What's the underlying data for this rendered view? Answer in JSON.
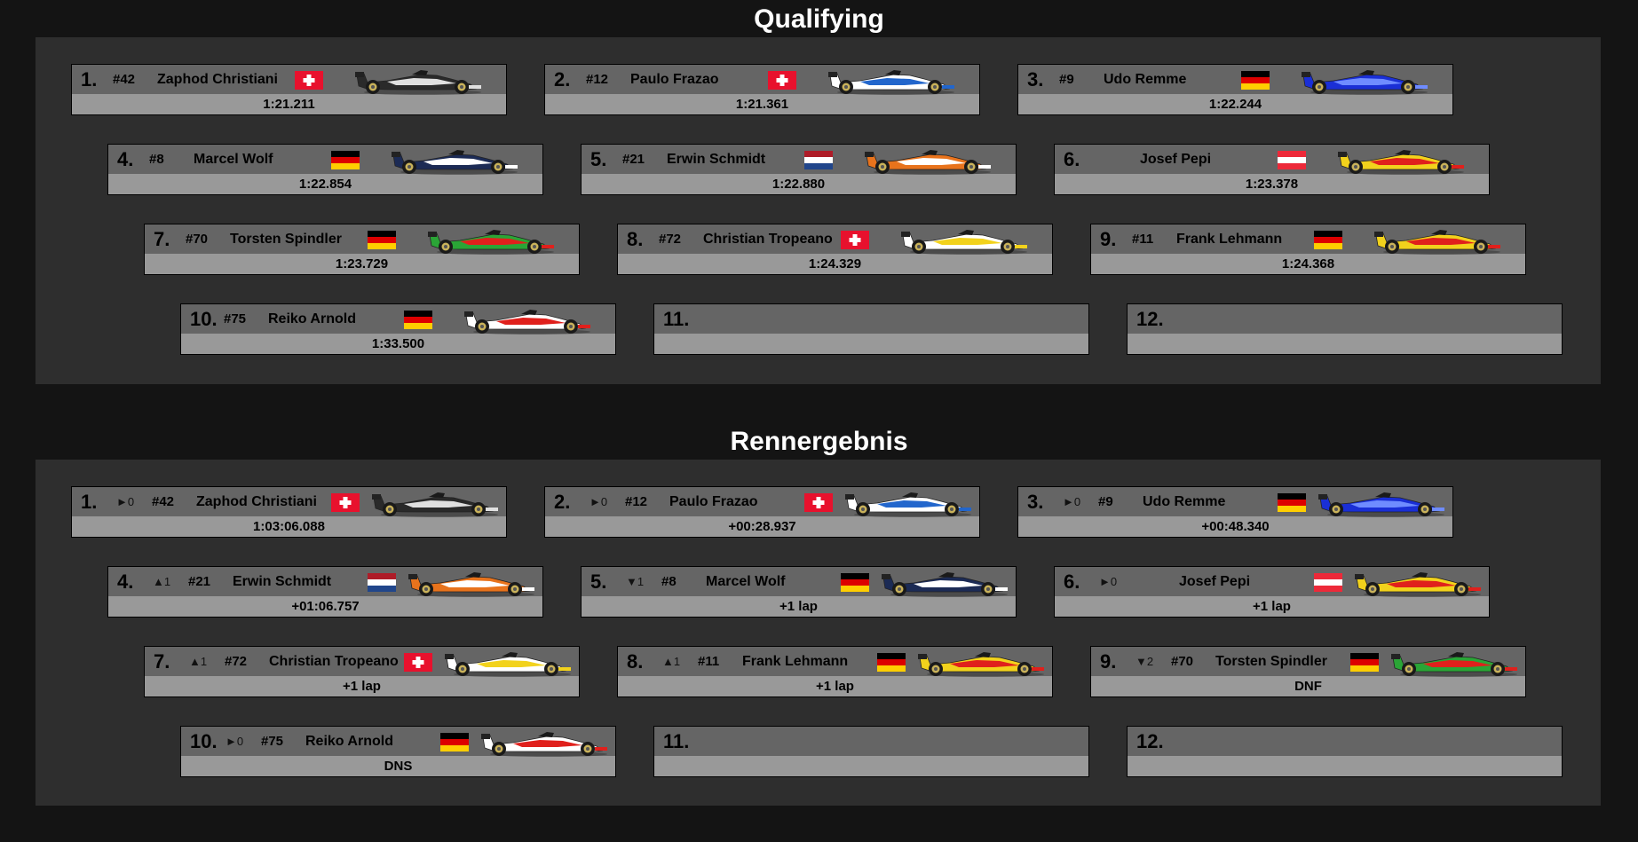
{
  "sections": [
    {
      "title": "Qualifying",
      "rows": [
        {
          "pos": "1.",
          "move": "",
          "num": "#42",
          "name": "Zaphod Christiani",
          "flag": "ch",
          "car": "black",
          "result": "1:21.211"
        },
        {
          "pos": "2.",
          "move": "",
          "num": "#12",
          "name": "Paulo Frazao",
          "flag": "ch",
          "car": "bluewhite",
          "result": "1:21.361"
        },
        {
          "pos": "3.",
          "move": "",
          "num": "#9",
          "name": "Udo Remme",
          "flag": "de",
          "car": "blue",
          "result": "1:22.244"
        },
        {
          "pos": "4.",
          "move": "",
          "num": "#8",
          "name": "Marcel Wolf",
          "flag": "de",
          "car": "navy",
          "result": "1:22.854"
        },
        {
          "pos": "5.",
          "move": "",
          "num": "#21",
          "name": "Erwin Schmidt",
          "flag": "nl",
          "car": "orange",
          "result": "1:22.880"
        },
        {
          "pos": "6.",
          "move": "",
          "num": "",
          "name": "Josef Pepi",
          "flag": "at",
          "car": "redyellow",
          "result": "1:23.378"
        },
        {
          "pos": "7.",
          "move": "",
          "num": "#70",
          "name": "Torsten Spindler",
          "flag": "de",
          "car": "green",
          "result": "1:23.729"
        },
        {
          "pos": "8.",
          "move": "",
          "num": "#72",
          "name": "Christian Tropeano",
          "flag": "ch",
          "car": "yellowwhite",
          "result": "1:24.329"
        },
        {
          "pos": "9.",
          "move": "",
          "num": "#11",
          "name": "Frank Lehmann",
          "flag": "de",
          "car": "redyellow",
          "result": "1:24.368"
        },
        {
          "pos": "10.",
          "move": "",
          "num": "#75",
          "name": "Reiko Arnold",
          "flag": "de",
          "car": "redwhite",
          "result": "1:33.500"
        },
        {
          "pos": "11.",
          "move": "",
          "num": "",
          "name": "",
          "flag": "",
          "car": "",
          "result": ""
        },
        {
          "pos": "12.",
          "move": "",
          "num": "",
          "name": "",
          "flag": "",
          "car": "",
          "result": ""
        }
      ]
    },
    {
      "title": "Rennergebnis",
      "rows": [
        {
          "pos": "1.",
          "move": "►0",
          "num": "#42",
          "name": "Zaphod Christiani",
          "flag": "ch",
          "car": "black",
          "result": "1:03:06.088"
        },
        {
          "pos": "2.",
          "move": "►0",
          "num": "#12",
          "name": "Paulo Frazao",
          "flag": "ch",
          "car": "bluewhite",
          "result": "+00:28.937"
        },
        {
          "pos": "3.",
          "move": "►0",
          "num": "#9",
          "name": "Udo Remme",
          "flag": "de",
          "car": "blue",
          "result": "+00:48.340"
        },
        {
          "pos": "4.",
          "move": "▲1",
          "num": "#21",
          "name": "Erwin Schmidt",
          "flag": "nl",
          "car": "orange",
          "result": "+01:06.757"
        },
        {
          "pos": "5.",
          "move": "▼1",
          "num": "#8",
          "name": "Marcel Wolf",
          "flag": "de",
          "car": "navy",
          "result": "+1 lap"
        },
        {
          "pos": "6.",
          "move": "►0",
          "num": "",
          "name": "Josef Pepi",
          "flag": "at",
          "car": "redyellow",
          "result": "+1 lap"
        },
        {
          "pos": "7.",
          "move": "▲1",
          "num": "#72",
          "name": "Christian Tropeano",
          "flag": "ch",
          "car": "yellowwhite",
          "result": "+1 lap"
        },
        {
          "pos": "8.",
          "move": "▲1",
          "num": "#11",
          "name": "Frank Lehmann",
          "flag": "de",
          "car": "redyellow",
          "result": "+1 lap"
        },
        {
          "pos": "9.",
          "move": "▼2",
          "num": "#70",
          "name": "Torsten Spindler",
          "flag": "de",
          "car": "green",
          "result": "DNF"
        },
        {
          "pos": "10.",
          "move": "►0",
          "num": "#75",
          "name": "Reiko Arnold",
          "flag": "de",
          "car": "redwhite",
          "result": "DNS"
        },
        {
          "pos": "11.",
          "move": "",
          "num": "",
          "name": "",
          "flag": "",
          "car": "",
          "result": ""
        },
        {
          "pos": "12.",
          "move": "",
          "num": "",
          "name": "",
          "flag": "",
          "car": "",
          "result": ""
        }
      ]
    }
  ],
  "flags": {
    "ch": {
      "name": "switzerland-flag",
      "colors": [
        "#e8112d",
        "#ffffff"
      ]
    },
    "de": {
      "name": "germany-flag",
      "colors": [
        "#000000",
        "#dd0000",
        "#ffce00"
      ]
    },
    "nl": {
      "name": "netherlands-flag",
      "colors": [
        "#ae1c28",
        "#ffffff",
        "#21468b"
      ]
    },
    "at": {
      "name": "austria-flag",
      "colors": [
        "#ed2939",
        "#ffffff",
        "#ed2939"
      ]
    }
  },
  "cars": {
    "black": {
      "main": "#2a2a2a",
      "accent": "#e0e0e0"
    },
    "bluewhite": {
      "main": "#ffffff",
      "accent": "#2266cc"
    },
    "blue": {
      "main": "#1a2fd6",
      "accent": "#6f8cff"
    },
    "navy": {
      "main": "#1c2b55",
      "accent": "#ffffff"
    },
    "orange": {
      "main": "#e8731c",
      "accent": "#ffffff"
    },
    "redyellow": {
      "main": "#f2d21c",
      "accent": "#e0201c"
    },
    "green": {
      "main": "#2aa536",
      "accent": "#e0201c"
    },
    "yellowwhite": {
      "main": "#ffffff",
      "accent": "#f2d21c"
    },
    "redwhite": {
      "main": "#ffffff",
      "accent": "#e0201c"
    }
  }
}
